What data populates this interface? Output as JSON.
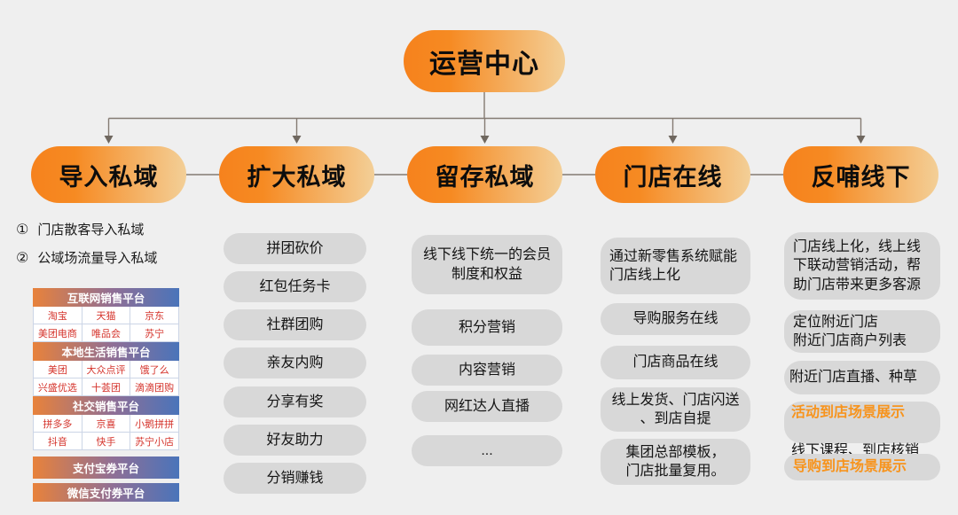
{
  "root": {
    "label": "运营中心"
  },
  "branches": [
    {
      "label": "导入私域"
    },
    {
      "label": "扩大私域"
    },
    {
      "label": "留存私域"
    },
    {
      "label": "门店在线"
    },
    {
      "label": "反哺线下"
    }
  ],
  "import_private": {
    "notes": [
      {
        "num": "①",
        "text": "门店散客导入私域"
      },
      {
        "num": "②",
        "text": "公域场流量导入私域"
      }
    ],
    "tables": [
      {
        "header": "互联网销售平台",
        "rows": [
          [
            "淘宝",
            "天猫",
            "京东"
          ],
          [
            "美团电商",
            "唯品会",
            "苏宁"
          ]
        ]
      },
      {
        "header": "本地生活销售平台",
        "rows": [
          [
            "美团",
            "大众点评",
            "饿了么"
          ],
          [
            "兴盛优选",
            "十荟团",
            "滴滴团购"
          ]
        ]
      },
      {
        "header": "社交销售平台",
        "rows": [
          [
            "拼多多",
            "京喜",
            "小鹅拼拼"
          ],
          [
            "抖音",
            "快手",
            "苏宁小店"
          ]
        ]
      }
    ],
    "bars": [
      "支付宝券平台",
      "微信支付券平台"
    ]
  },
  "expand_private": {
    "items": [
      "拼团砍价",
      "红包任务卡",
      "社群团购",
      "亲友内购",
      "分享有奖",
      "好友助力",
      "分销赚钱"
    ]
  },
  "retain_private": {
    "items": [
      "线下线下统一的会员制度和权益",
      "积分营销",
      "内容营销",
      "网红达人直播",
      "..."
    ]
  },
  "store_online": {
    "items": [
      "通过新零售系统赋能门店线上化",
      "导购服务在线",
      "门店商品在线",
      "线上发货、门店闪送 、到店自提",
      "集团总部模板，\n门店批量复用。"
    ]
  },
  "feed_offline": {
    "items": [
      {
        "text": "门店线上化，线上线下联动营销活动，帮助门店带来更多客源"
      },
      {
        "text": "定位附近门店\n附近门店商户列表"
      },
      {
        "text": "附近门店直播、种草"
      },
      {
        "highlight": "活动到店场景展示",
        "text": "线下课程、到店核销"
      },
      {
        "highlight": "导购到店场景展示",
        "text": ""
      }
    ]
  },
  "colors": {
    "node_gradient_start": "#f6821d",
    "node_gradient_end": "#f3cf97",
    "table_header_gradient_start": "#e8823b",
    "table_header_gradient_end": "#4a74ba",
    "table_cell_text": "#d5342c",
    "pill_gray": "#d8d8d8",
    "highlight_orange": "#f7941e",
    "connector": "#847a72"
  }
}
